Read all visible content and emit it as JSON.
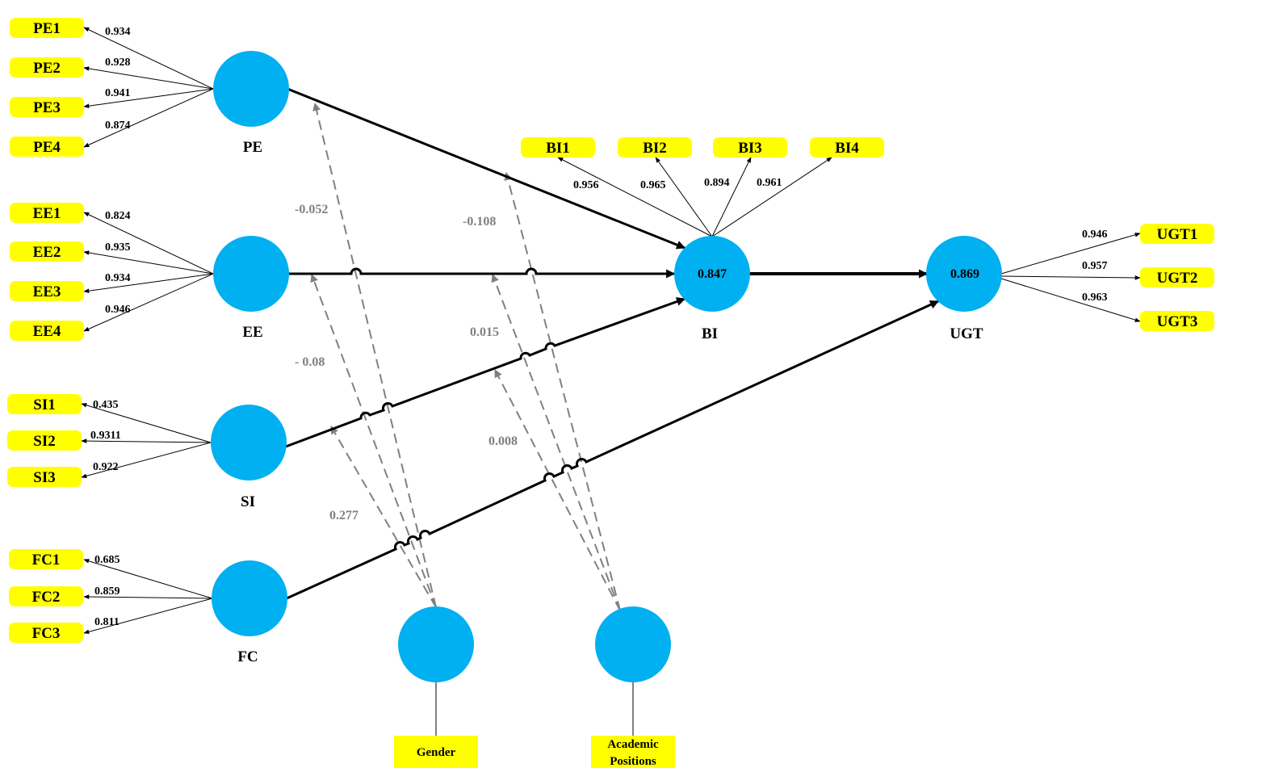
{
  "colors": {
    "construct_fill": "#00b0f0",
    "indicator_fill": "#ffff00",
    "moderation_line": "#808080",
    "path_line": "#000000"
  },
  "constructs": {
    "PE": {
      "label": "PE",
      "indicators": [
        "PE1",
        "PE2",
        "PE3",
        "PE4"
      ],
      "loadings": [
        "0.934",
        "0.928",
        "0.941",
        "0.874"
      ]
    },
    "EE": {
      "label": "EE",
      "indicators": [
        "EE1",
        "EE2",
        "EE3",
        "EE4"
      ],
      "loadings": [
        "0.824",
        "0.935",
        "0.934",
        "0.946"
      ]
    },
    "SI": {
      "label": "SI",
      "indicators": [
        "SI1",
        "SI2",
        "SI3"
      ],
      "loadings": [
        "0.435",
        "0.9311",
        "0.922"
      ]
    },
    "FC": {
      "label": "FC",
      "indicators": [
        "FC1",
        "FC2",
        "FC3"
      ],
      "loadings": [
        "0.685",
        "0.859",
        "0.811"
      ]
    },
    "BI": {
      "label": "BI",
      "r2": "0.847",
      "indicators": [
        "BI1",
        "BI2",
        "BI3",
        "BI4"
      ],
      "loadings": [
        "0.956",
        "0.965",
        "0.894",
        "0.961"
      ]
    },
    "UGT": {
      "label": "UGT",
      "r2": "0.869",
      "indicators": [
        "UGT1",
        "UGT2",
        "UGT3"
      ],
      "loadings": [
        "0.946",
        "0.957",
        "0.963"
      ]
    }
  },
  "moderators": {
    "gender": {
      "label": "Gender"
    },
    "academic": {
      "label_line1": "Academic",
      "label_line2": "Positions"
    }
  },
  "moderation_coefficients": {
    "gender_pe": "-0.052",
    "gender_ee": "- 0.08",
    "gender_si": "0.277",
    "academic_pe": "-0.108",
    "academic_ee": "0.015",
    "academic_si": "0.008"
  }
}
